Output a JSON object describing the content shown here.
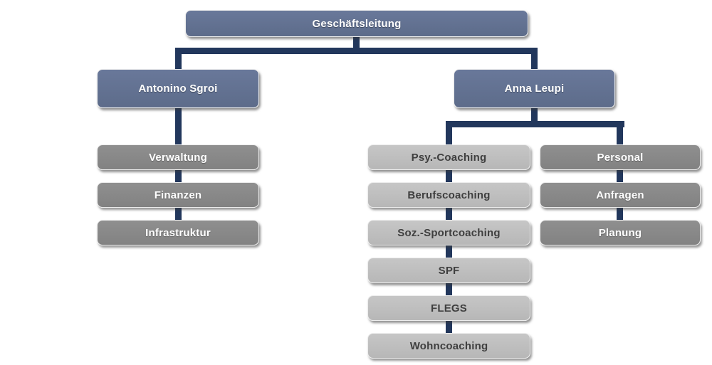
{
  "org": {
    "root": {
      "label": "Geschäftsleitung"
    },
    "managers": [
      {
        "label": "Antonino Sgroi",
        "children": [
          "Verwaltung",
          "Finanzen",
          "Infrastruktur"
        ]
      },
      {
        "label": "Anna Leupi",
        "groups": [
          {
            "items": [
              "Psy.-Coaching",
              "Berufscoaching",
              "Soz.-Sportcoaching",
              "SPF",
              "FLEGS",
              "Wohncoaching"
            ]
          },
          {
            "items": [
              "Personal",
              "Anfragen",
              "Planung"
            ]
          }
        ]
      }
    ]
  },
  "colors": {
    "background": "#ffffff",
    "node_primary": "#5d6c8a",
    "node_primary_highlight": "#69789a",
    "node_gray": "#828282",
    "node_gray_highlight": "#8f8f8f",
    "node_light_gray": "#b7b7b7",
    "node_light_gray_highlight": "#c6c6c6",
    "connector": "#22375c",
    "text_light": "#ffffff",
    "text_dark": "#3f3f3f"
  }
}
